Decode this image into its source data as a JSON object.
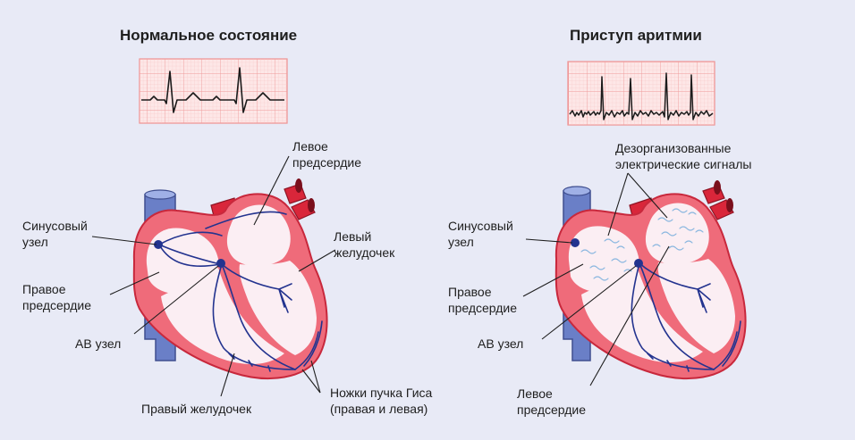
{
  "normal": {
    "title": "Нормальное состояние",
    "labels": {
      "left_atrium_1": "Левое",
      "left_atrium_2": "предсердие",
      "left_ventricle_1": "Левый",
      "left_ventricle_2": "желудочек",
      "sinus_node_1": "Синусовый",
      "sinus_node_2": "узел",
      "right_atrium_1": "Правое",
      "right_atrium_2": "предсердие",
      "av_node": "АВ узел",
      "right_ventricle": "Правый желудочек",
      "his_bundle_1": "Ножки пучка Гиса",
      "his_bundle_2": "(правая и левая)"
    }
  },
  "arrhythmia": {
    "title": "Приступ аритмии",
    "labels": {
      "disorganized_1": "Дезорганизованные",
      "disorganized_2": "электрические сигналы",
      "sinus_node_1": "Синусовый",
      "sinus_node_2": "узел",
      "right_atrium_1": "Правое",
      "right_atrium_2": "предсердие",
      "av_node": "АВ узел",
      "left_atrium_1": "Левое",
      "left_atrium_2": "предсердие"
    }
  },
  "colors": {
    "background": "#e8eaf6",
    "ecg_paper": "#fde7e7",
    "ecg_grid": "#f2a0a0",
    "heart_wall": "#ef6b7a",
    "heart_outline": "#c8283c",
    "chamber": "#fbeef3",
    "vessel_blue": "#6a7fc7",
    "aorta_red": "#d9263a",
    "conduction": "#23338f"
  }
}
